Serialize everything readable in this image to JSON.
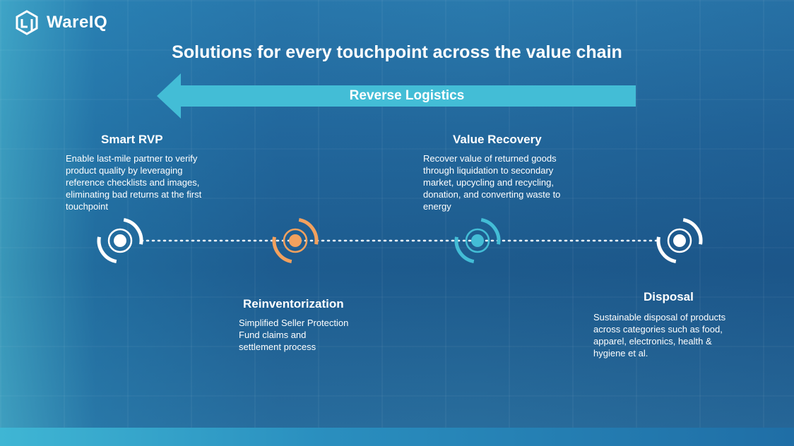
{
  "brand": {
    "name": "WareIQ"
  },
  "title": "Solutions for every touchpoint across the value chain",
  "arrow": {
    "label": "Reverse Logistics",
    "color": "#43bdd6"
  },
  "stages": [
    {
      "title": "Smart RVP",
      "description": "Enable last-mile partner to verify product quality by leveraging reference checklists and images, eliminating bad returns at the first touchpoint",
      "color": "#ffffff"
    },
    {
      "title": "Reinventorization",
      "description": "Simplified Seller Protection Fund claims and settlement process",
      "color": "#f2a15e"
    },
    {
      "title": "Value Recovery",
      "description": "Recover value of returned goods through liquidation to secondary market, upcycling and recycling, donation, and converting waste to energy",
      "color": "#43bdd6"
    },
    {
      "title": "Disposal",
      "description": "Sustainable disposal of products across categories such as food, apparel, electronics, health & hygiene et al.",
      "color": "#ffffff"
    }
  ]
}
